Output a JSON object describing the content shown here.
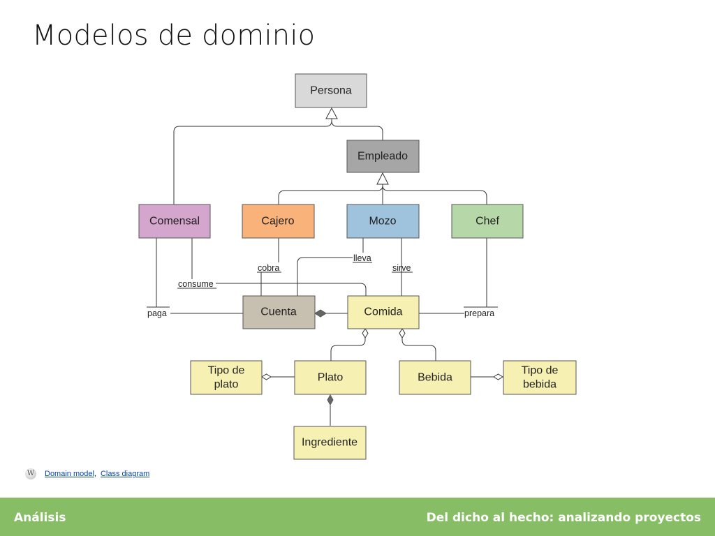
{
  "slide": {
    "title": "Modelos de dominio"
  },
  "diagram": {
    "nodes": {
      "persona": "Persona",
      "empleado": "Empleado",
      "comensal": "Comensal",
      "cajero": "Cajero",
      "mozo": "Mozo",
      "chef": "Chef",
      "cuenta": "Cuenta",
      "comida": "Comida",
      "tipo_plato_1": "Tipo de",
      "tipo_plato_2": "plato",
      "plato": "Plato",
      "bebida": "Bebida",
      "tipo_bebida_1": "Tipo de",
      "tipo_bebida_2": "bebida",
      "ingrediente": "Ingrediente"
    },
    "edges": {
      "cobra": "cobra",
      "lleva": "lleva",
      "sirve": "sirve",
      "consume": "consume",
      "paga": "paga",
      "prepara": "prepara"
    },
    "colors": {
      "persona": "#d9d9d9",
      "empleado": "#a6a6a6",
      "comensal": "#d5a6cd",
      "cajero": "#f9b27a",
      "mozo": "#9fc3dc",
      "chef": "#b6d7a8",
      "cuenta": "#c7bfb0",
      "yellow": "#f6f0b2"
    }
  },
  "reference": {
    "icon": "wikipedia-globe-icon",
    "link1": "Domain model",
    "separator": ",",
    "link2": "Class diagram"
  },
  "footer": {
    "left": "Análisis",
    "right": "Del dicho al hecho: analizando proyectos",
    "color": "#87bd65"
  }
}
